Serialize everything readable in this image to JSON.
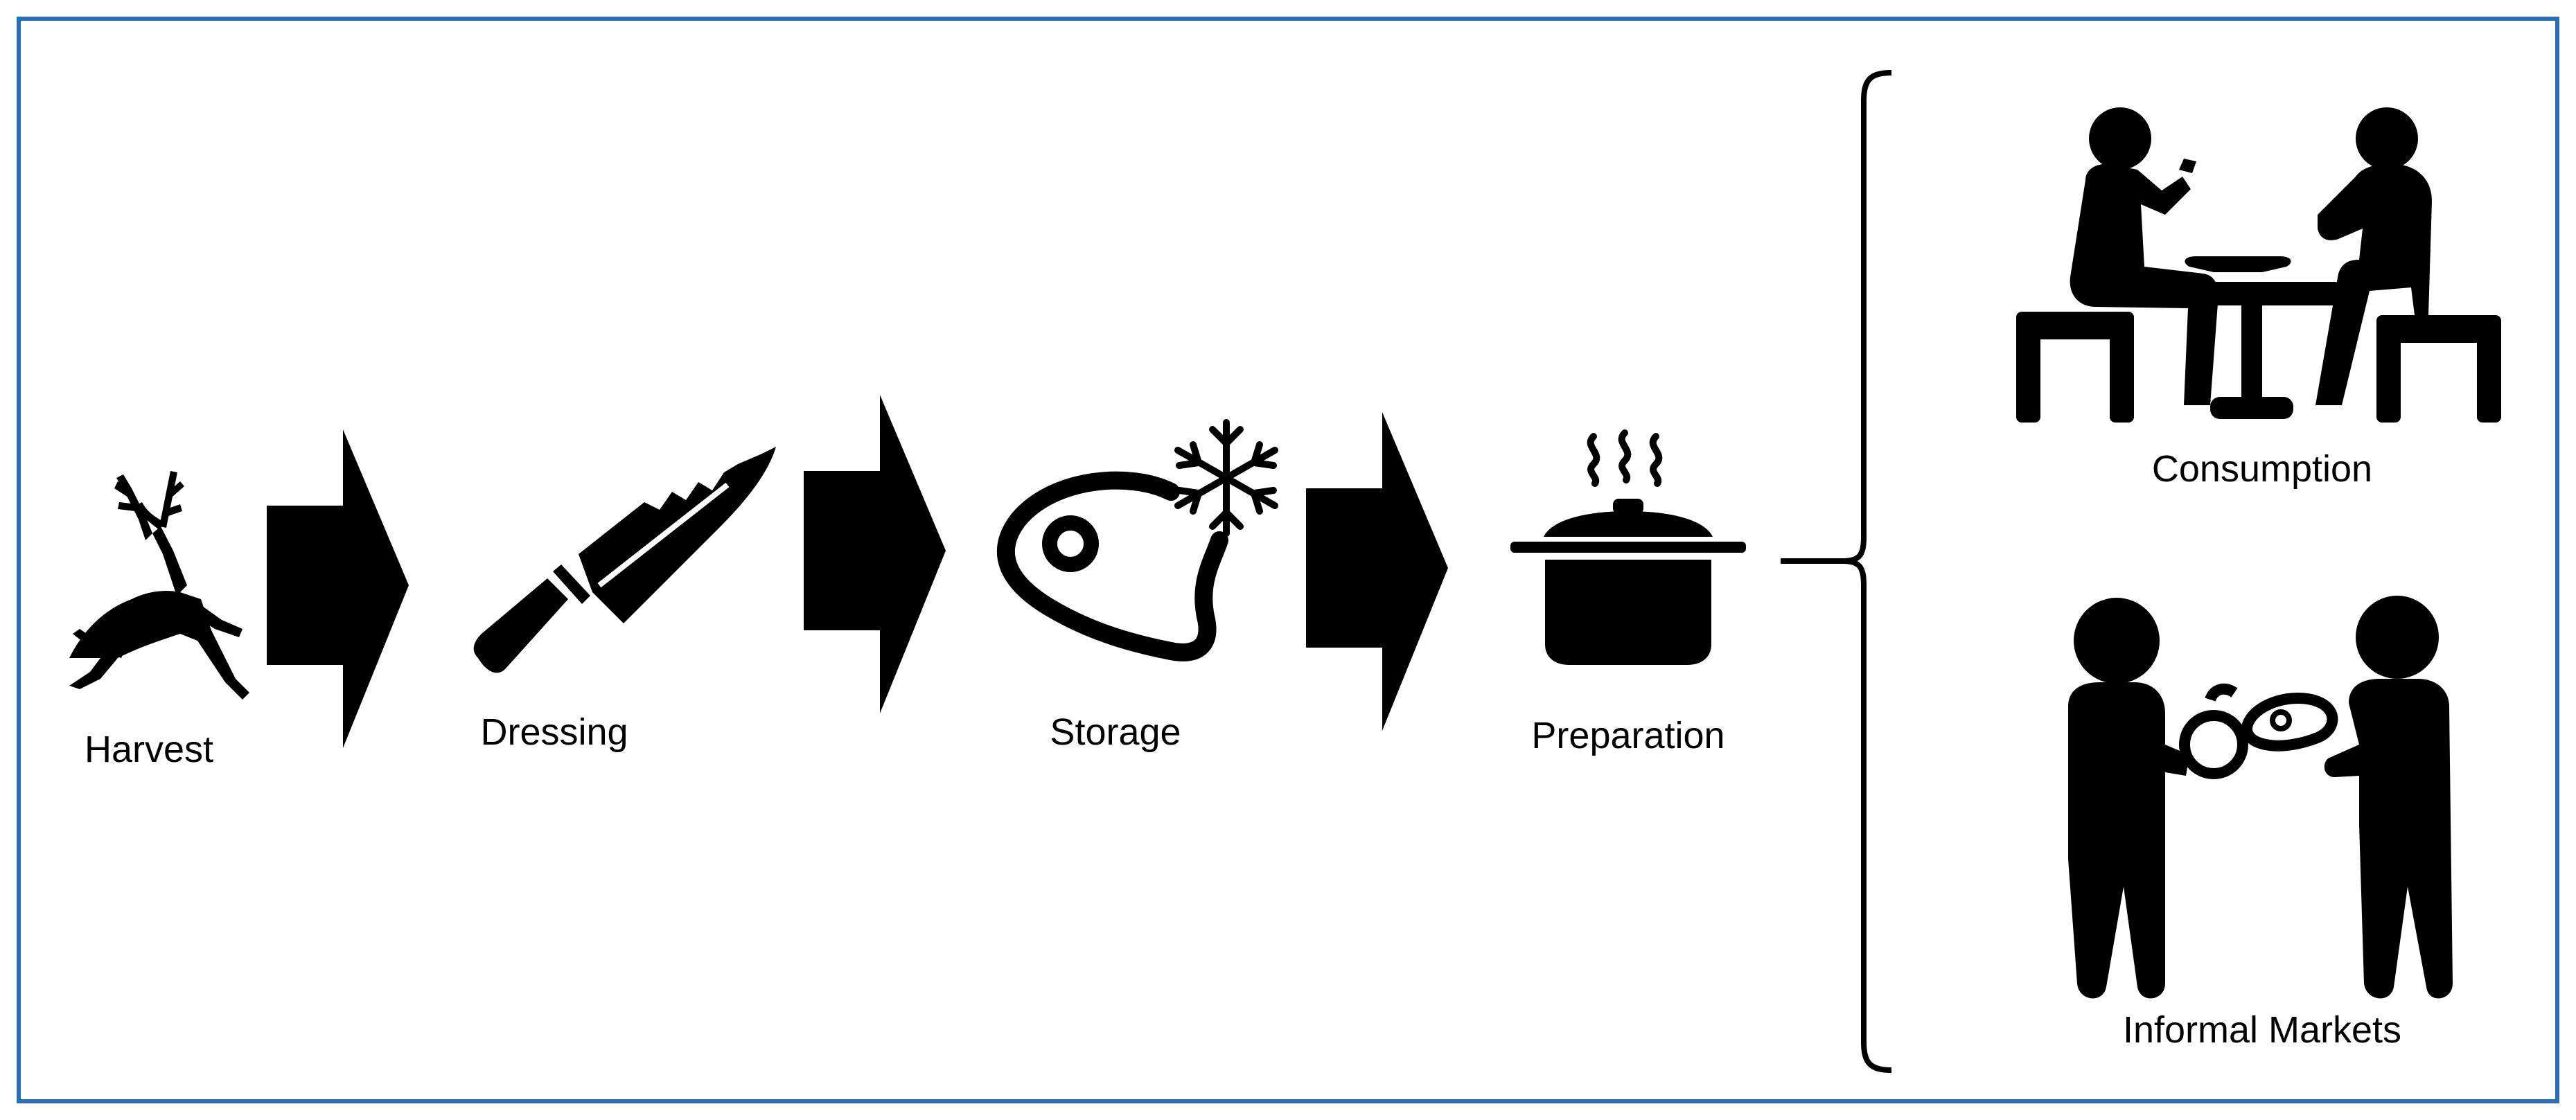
{
  "colors": {
    "frame": "#2a6ebb",
    "ink": "#000000"
  },
  "stages": [
    {
      "label": "Harvest",
      "icon": "deer-icon"
    },
    {
      "label": "Dressing",
      "icon": "knife-icon"
    },
    {
      "label": "Storage",
      "icon": "frozen-meat-icon"
    },
    {
      "label": "Preparation",
      "icon": "cooking-pot-icon"
    }
  ],
  "outcomes": [
    {
      "label": "Consumption",
      "icon": "people-eating-icon"
    },
    {
      "label": "Informal Markets",
      "icon": "people-trading-icon"
    }
  ]
}
